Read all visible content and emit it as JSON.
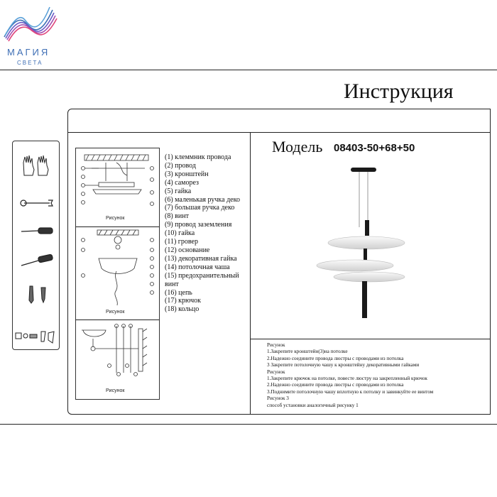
{
  "brand": {
    "name": "МАГИЯ",
    "subtitle": "СВЕТА",
    "colors": {
      "primary": "#3f6fb5",
      "accent1": "#e0467c",
      "accent2": "#8a5cc8"
    }
  },
  "document": {
    "title": "Инструкция",
    "model_label": "Модель",
    "model_number": "08403-50+68+50"
  },
  "tools": [
    "gloves-icon",
    "wrench-icon",
    "screwdriver-icon",
    "tester-screwdriver-icon",
    "anchors-icon",
    "terminal-kit-icon"
  ],
  "figures": [
    {
      "caption": "Рисунок"
    },
    {
      "caption": "Рисунок"
    },
    {
      "caption": "Рисунок"
    }
  ],
  "parts": [
    "(1) клеммник провода",
    "(2) провод",
    "(3) кронштейн",
    "(4) саморез",
    "(5) гайка",
    "(6) маленькая ручка деко",
    "(7) большая ручка деко",
    "(8) винт",
    "(9) провод заземления",
    "(10) гайка",
    "(11) гровер",
    "(12) основание",
    "(13) декоративная гайка",
    "(14) потолочная чаша",
    "(15) предохранительный",
    "винт",
    "(16) цепь",
    "(17) крючок",
    "(18) кольцо"
  ],
  "instructions": [
    "Рисунок",
    "1.Закрепите кронштейн(3)на потолке",
    "2.Надежно соедините провода люстры с проводами из потолка",
    "3 Закрепите потолочную чашу к кронштейну декоративными гайками",
    "Рисунок",
    "1.Закрепите крючок на потолке, повесте люстру на закрепленный крючок",
    "2.Надежно соедините провода люстры с проводами из потолка",
    "3.Поднимите потолочную чашу вплотную к потолку и завинкуйте ее винтом",
    "Рисунок 3",
    "способ установки аналогичный рисунку 1"
  ]
}
